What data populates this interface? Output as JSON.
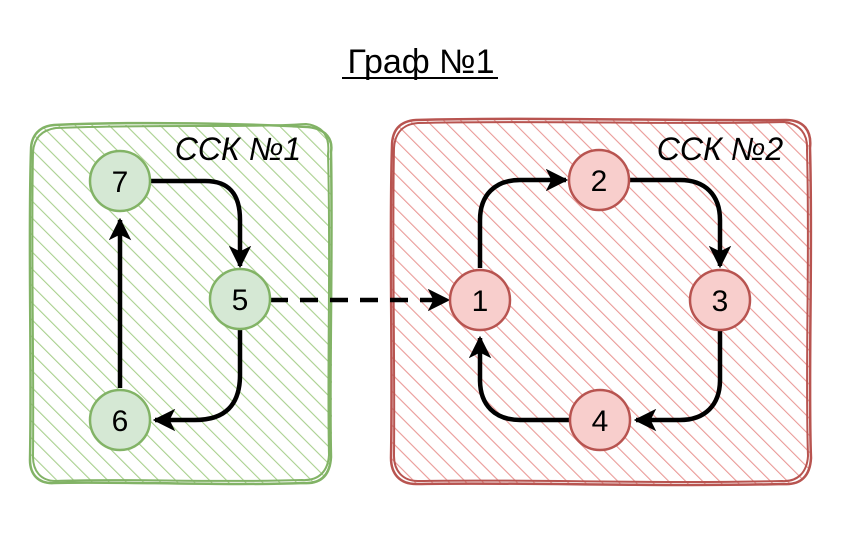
{
  "title": "Граф №1",
  "colors": {
    "green_stroke": "#82b366",
    "green_fill": "#d5e8d4",
    "red_stroke": "#b85450",
    "red_fill": "#f8cecc",
    "edge": "#000000"
  },
  "groups": [
    {
      "id": "g1",
      "label": "ССК №1",
      "color": "green"
    },
    {
      "id": "g2",
      "label": "ССК №2",
      "color": "red"
    }
  ],
  "nodes": [
    {
      "id": "n7",
      "label": "7",
      "group": "g1"
    },
    {
      "id": "n5",
      "label": "5",
      "group": "g1"
    },
    {
      "id": "n6",
      "label": "6",
      "group": "g1"
    },
    {
      "id": "n2",
      "label": "2",
      "group": "g2"
    },
    {
      "id": "n1",
      "label": "1",
      "group": "g2"
    },
    {
      "id": "n3",
      "label": "3",
      "group": "g2"
    },
    {
      "id": "n4",
      "label": "4",
      "group": "g2"
    }
  ],
  "edges": [
    {
      "from": "7",
      "to": "5",
      "style": "solid"
    },
    {
      "from": "5",
      "to": "6",
      "style": "solid"
    },
    {
      "from": "6",
      "to": "7",
      "style": "solid"
    },
    {
      "from": "5",
      "to": "1",
      "style": "dashed"
    },
    {
      "from": "1",
      "to": "2",
      "style": "solid"
    },
    {
      "from": "2",
      "to": "3",
      "style": "solid"
    },
    {
      "from": "3",
      "to": "4",
      "style": "solid"
    },
    {
      "from": "4",
      "to": "1",
      "style": "solid"
    }
  ]
}
